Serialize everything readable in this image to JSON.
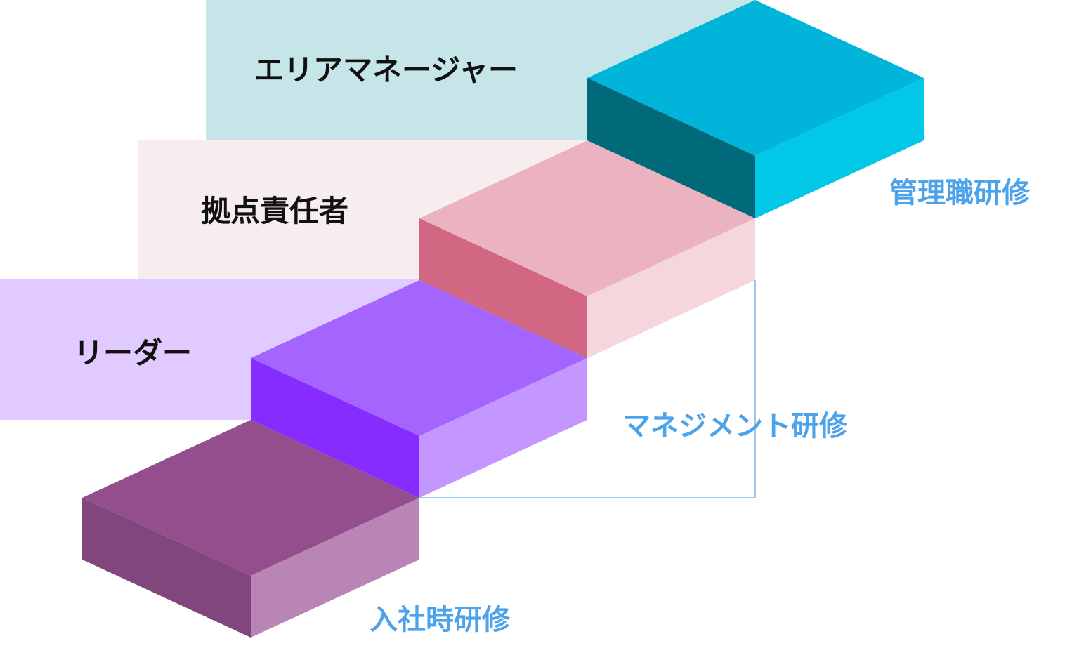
{
  "levels": [
    {
      "label": "エリアマネージャー",
      "band_color": "#c5e5e8",
      "step_colors": {
        "top": "#00b5d9",
        "front": "#00c8e6",
        "side": "#006a7a"
      }
    },
    {
      "label": "拠点責任者",
      "band_color": "#f7ecee",
      "step_colors": {
        "top": "#ebb2bf",
        "front": "#f5d6dd",
        "side": "#d26783"
      }
    },
    {
      "label": "リーダー",
      "band_color": "#e1caff",
      "step_colors": {
        "top": "#a465ff",
        "front": "#c496ff",
        "side": "#862cff"
      }
    },
    {
      "label": "",
      "band_color": "",
      "step_colors": {
        "top": "#944e8d",
        "front": "#b885b5",
        "side": "#81477d"
      }
    }
  ],
  "trainings": [
    {
      "label": "管理職研修"
    },
    {
      "label": "マネジメント研修"
    },
    {
      "label": "入社時研修"
    }
  ],
  "colors": {
    "caption": "#4da3ea",
    "bracket": "#9bc9f0",
    "label_text": "#111111"
  }
}
